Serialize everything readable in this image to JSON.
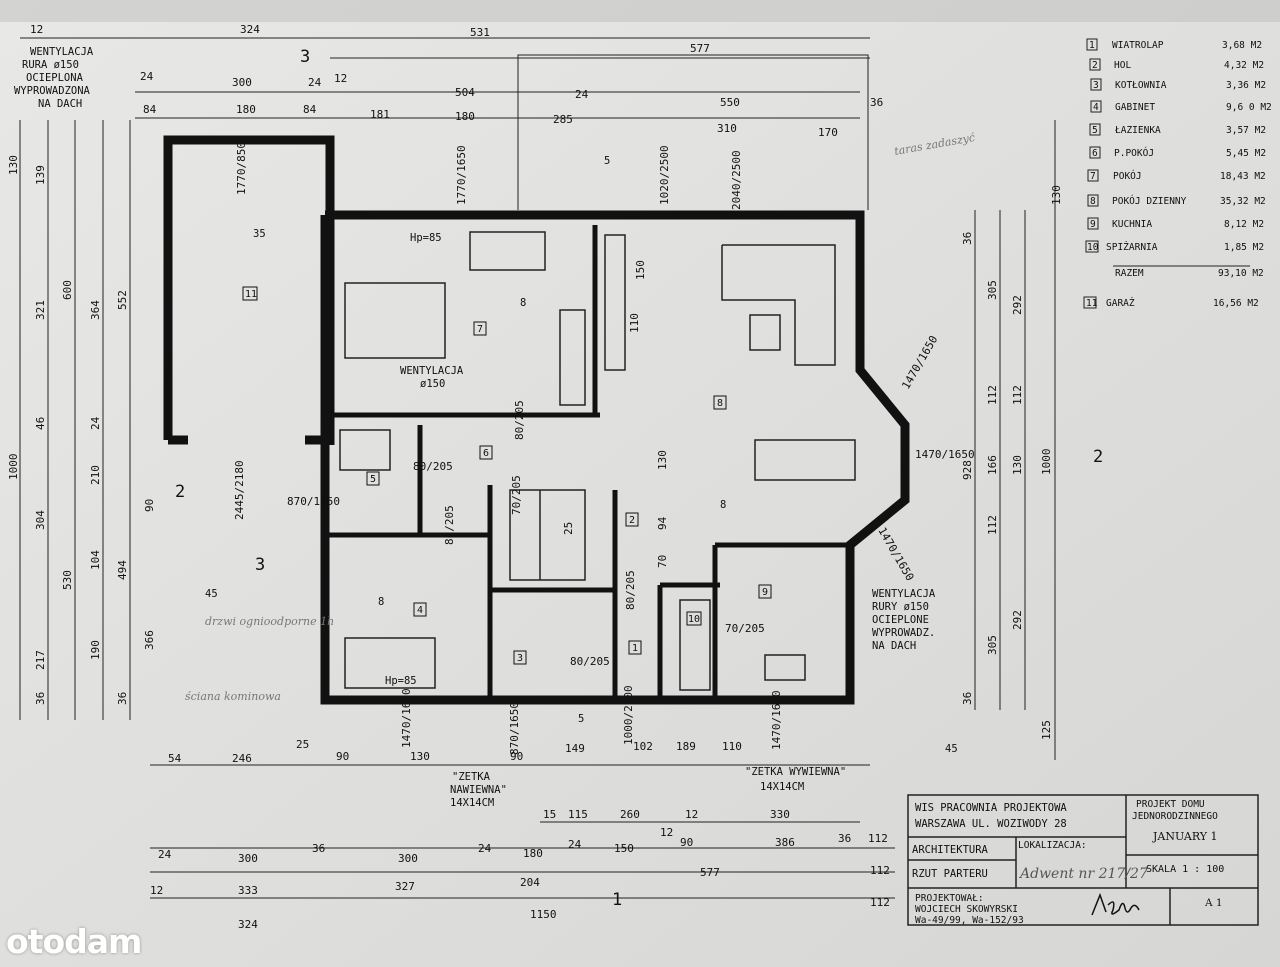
{
  "legend": {
    "rooms": [
      {
        "no": "1",
        "name": "WIATROLAP",
        "area": "3,68 M2"
      },
      {
        "no": "2",
        "name": "HOL",
        "area": "4,32 M2"
      },
      {
        "no": "3",
        "name": "KOTŁOWNIA",
        "area": "3,36 M2"
      },
      {
        "no": "4",
        "name": "GABINET",
        "area": "9,6 0 M2"
      },
      {
        "no": "5",
        "name": "ŁAZIENKA",
        "area": "3,57 M2"
      },
      {
        "no": "6",
        "name": "P.POKÓJ",
        "area": "5,45 M2"
      },
      {
        "no": "7",
        "name": "POKÓJ",
        "area": "18,43 M2"
      },
      {
        "no": "8",
        "name": "POKÓJ DZIENNY",
        "area": "35,32 M2"
      },
      {
        "no": "9",
        "name": "KUCHNIA",
        "area": "8,12 M2"
      },
      {
        "no": "10",
        "name": "SPIŻARNIA",
        "area": "1,85 M2"
      }
    ],
    "total_label": "RAZEM",
    "total_area": "93,10 M2",
    "garage": {
      "no": "11",
      "name": "GARAŻ",
      "area": "16,56 M2"
    }
  },
  "title_block": {
    "office_1": "WIS PRACOWNIA PROJEKTOWA",
    "office_2": "WARSZAWA UL. WOZIWODY 28",
    "project_1": "PROJEKT DOMU",
    "project_2": "JEDNORODZINNEGO",
    "project_name": "JANUARY 1",
    "branch": "ARCHITEKTURA",
    "location_label": "LOKALIZACJA:",
    "location_hand": "Adwent nr 217/27",
    "drawing": "RZUT PARTERU",
    "scale": "SKALA 1 : 100",
    "sheet": "A 1",
    "designer_1": "PROJEKTOWAŁ:",
    "designer_2": "WOJCIECH SKOWYRSKI",
    "designer_3": "Wa-49/99, Wa-152/93"
  },
  "annotations": {
    "vent_top_left": [
      "WENTYLACJA",
      "RURA ø150",
      "OCIEPLONA",
      "WYPROWADZONA",
      "NA DACH"
    ],
    "vent_mid": [
      "WENTYLACJA",
      "ø150"
    ],
    "vent_right": [
      "WENTYLACJA",
      "RURY ø150",
      "OCIEPLONE",
      "WYPROWADZ.",
      "NA DACH"
    ],
    "zetka_in": [
      "\"ZETKA",
      "NAWIEWNA\"",
      "14X14CM"
    ],
    "zetka_out": [
      "\"ZETKA WYWIEWNA\"",
      "14X14CM"
    ],
    "hp": "Hp=85",
    "sections": [
      "3",
      "2",
      "1"
    ],
    "slopes": [
      "35",
      "8",
      "5",
      "8",
      "45",
      "8",
      "5",
      "45"
    ],
    "hand_notes": [
      "taras zadaszyć",
      "drzwi ognioodporne 1h",
      "ściana kominowa"
    ]
  },
  "rooms_on_plan": [
    "1",
    "2",
    "3",
    "4",
    "5",
    "6",
    "7",
    "8",
    "9",
    "10",
    "11"
  ],
  "openings": [
    "1770/850",
    "1770/1650",
    "1020/2500",
    "2040/2500",
    "1470/1650",
    "1470/1650",
    "1470/1650",
    "2445/2180",
    "870/1650",
    "80/205",
    "80/205",
    "80/205",
    "80/205",
    "70/205",
    "70/205",
    "80/205",
    "870/1650",
    "1470/1650",
    "1000/2500",
    "1470/1650",
    "150",
    "110",
    "130",
    "94",
    "70",
    "25"
  ],
  "dims": {
    "top": [
      "12",
      "324",
      "531",
      "577",
      "24",
      "300",
      "24",
      "12",
      "504",
      "24",
      "550",
      "36",
      "84",
      "180",
      "84",
      "181",
      "180",
      "285",
      "310",
      "170"
    ],
    "bottom": [
      "54",
      "246",
      "25",
      "90",
      "130",
      "90",
      "149",
      "102",
      "189",
      "110",
      "15",
      "115",
      "260",
      "12",
      "330",
      "24",
      "300",
      "36",
      "300",
      "24",
      "180",
      "24",
      "150",
      "12",
      "90",
      "386",
      "36",
      "112",
      "12",
      "333",
      "327",
      "204",
      "577",
      "112",
      "324",
      "1150",
      "112"
    ],
    "left": [
      "130",
      "139",
      "600",
      "321",
      "364",
      "552",
      "1000",
      "304",
      "210",
      "90",
      "530",
      "494",
      "104",
      "190",
      "366",
      "217",
      "24",
      "46",
      "36",
      "36"
    ],
    "right": [
      "130",
      "305",
      "292",
      "928",
      "112",
      "112",
      "166",
      "130",
      "1000",
      "305",
      "292",
      "112",
      "125",
      "36",
      "36"
    ]
  }
}
